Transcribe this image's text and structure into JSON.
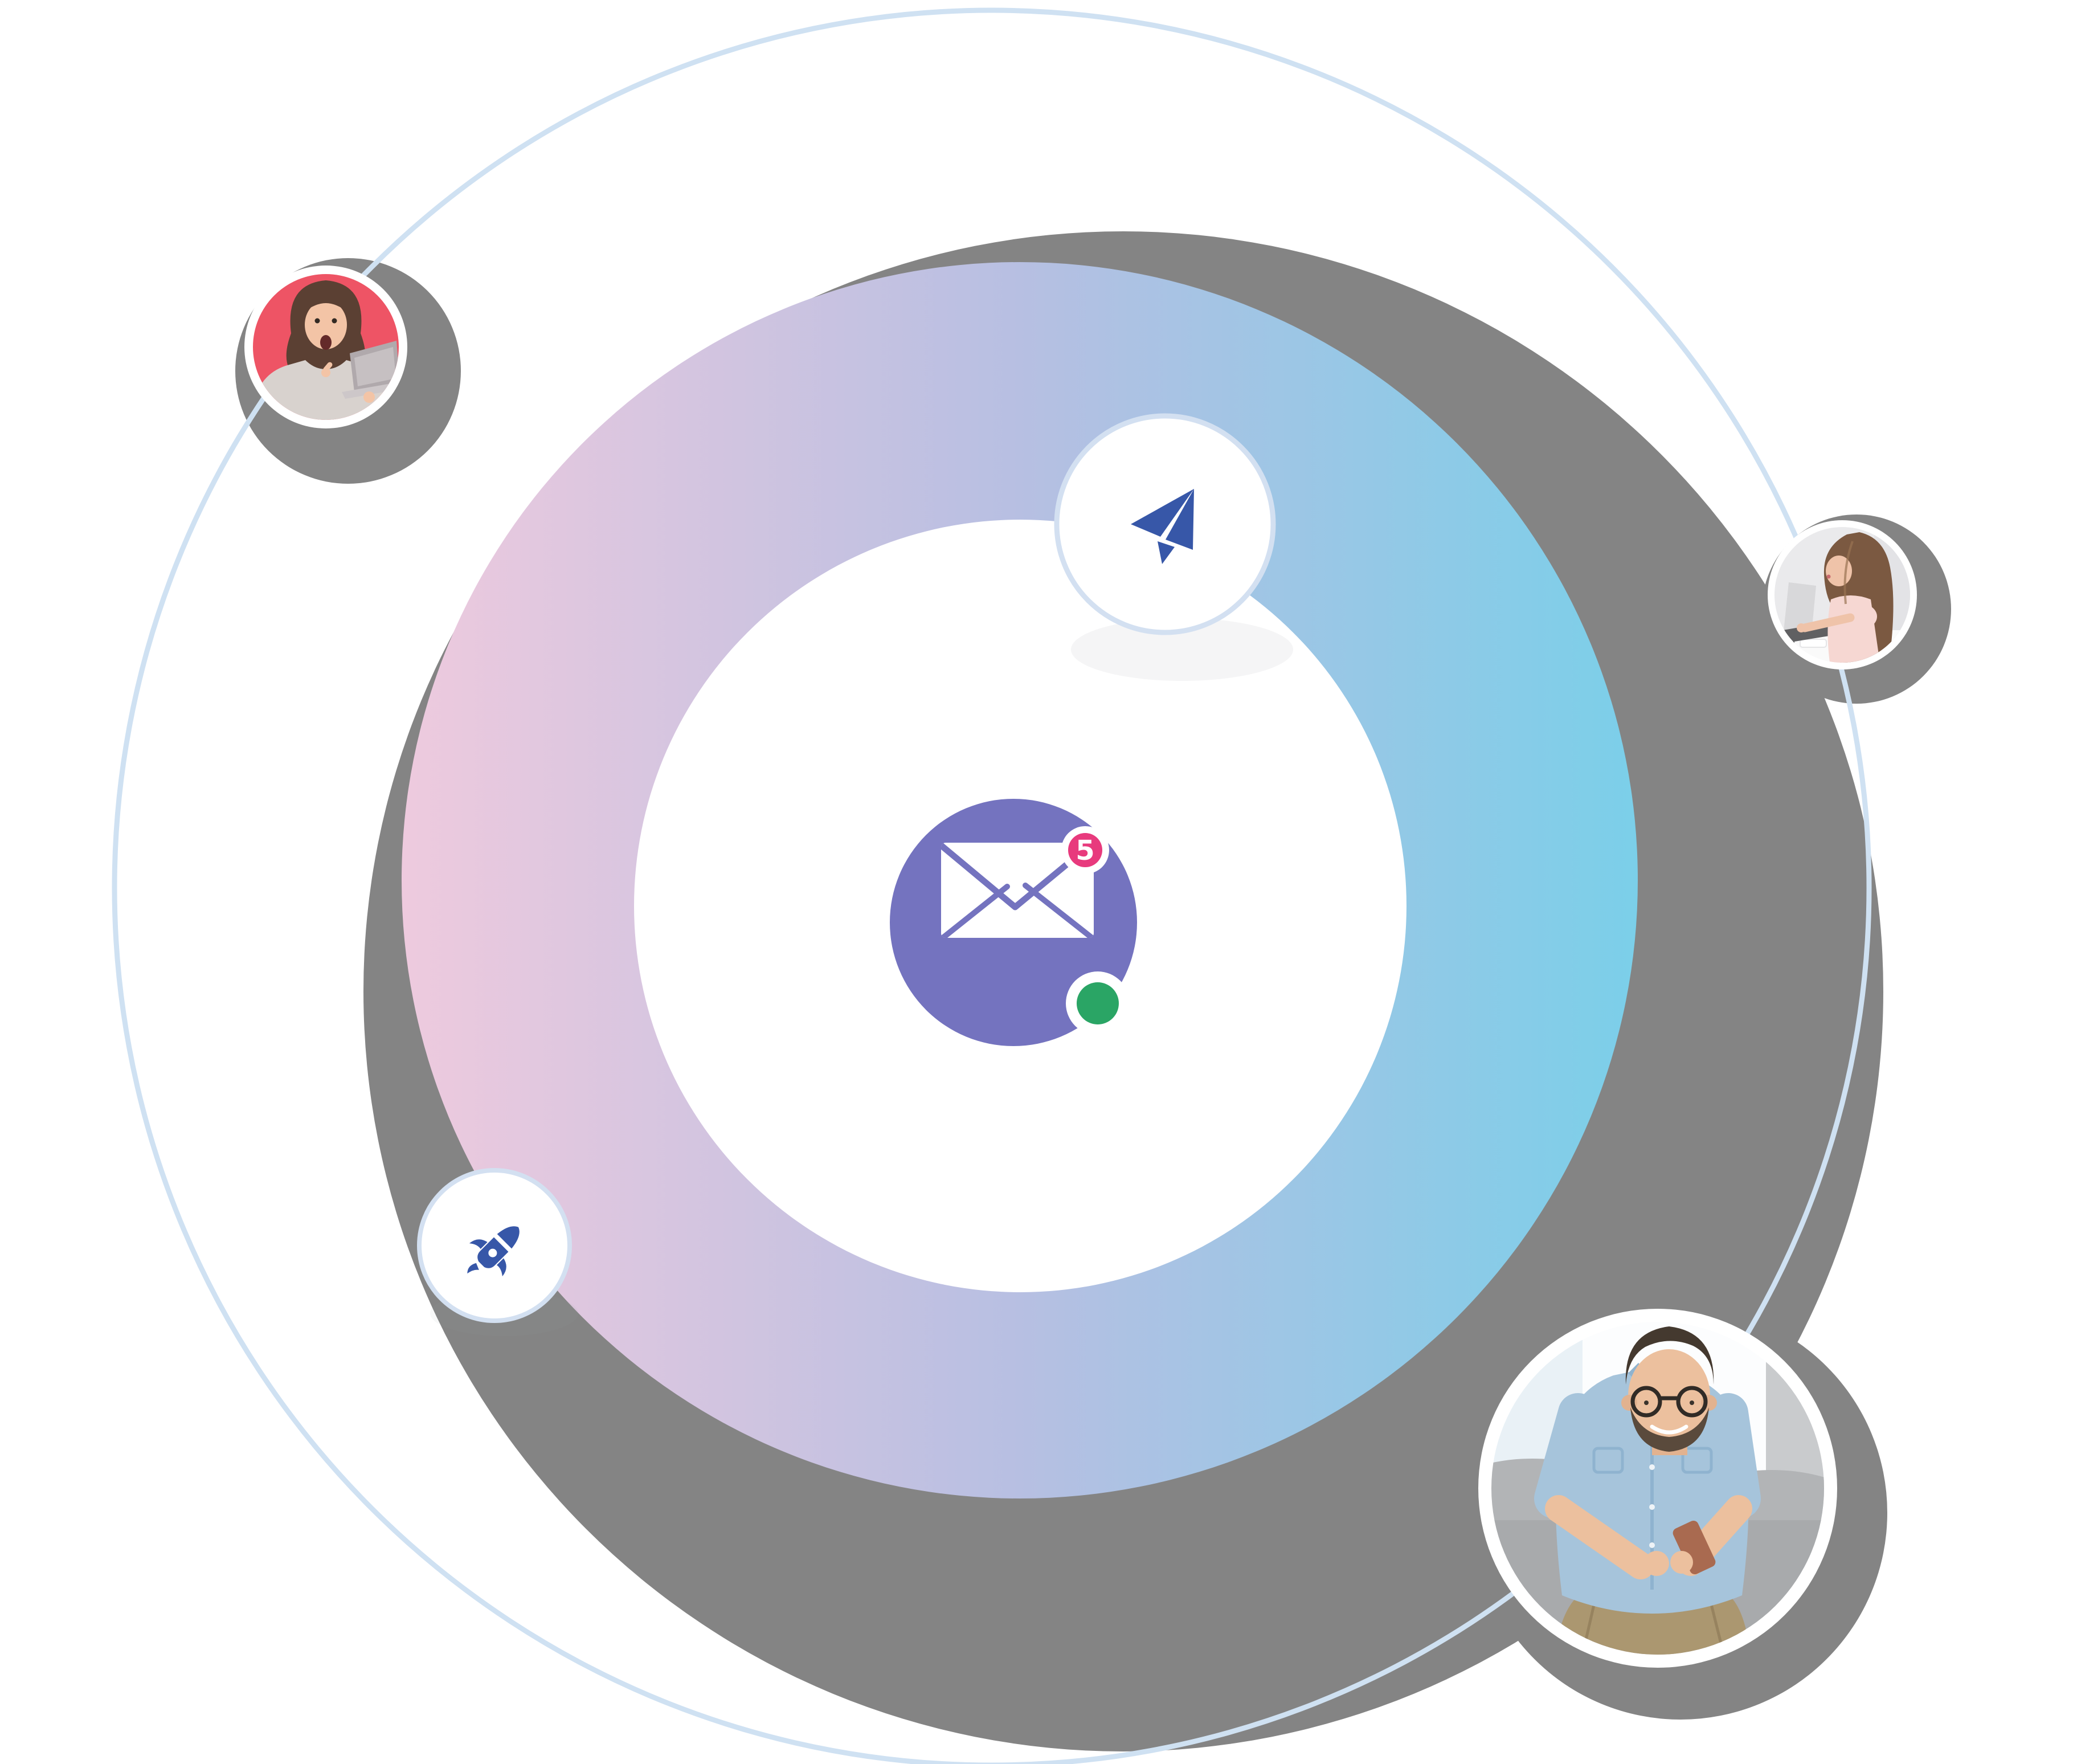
{
  "scene": {
    "description": "Email-marketing hero illustration: gradient ring with offset gray shadow, orbit line carrying three user photo bubbles, paper-plane and rocket icon chips, central email envelope icon with unread badge and online dot",
    "badge_count": "5"
  },
  "colors": {
    "page_bg": "#ffffff",
    "gray_shadow": "#848484",
    "orbit_line": "#cfe1f2",
    "ring_pink": "#eecade",
    "ring_mid": "#b7bfe2",
    "ring_blue": "#7bcfe9",
    "chip_bg": "#ffffff",
    "chip_border": "#d3e0f1",
    "icon_blue": "#3757a8",
    "email_purple": "#7473bf",
    "badge_pink": "#e83a7d",
    "badge_text": "#ffffff",
    "status_green": "#2aa565",
    "photo_border": "#ffffff",
    "photo1_bg": "#ee5465",
    "photo1_sweater": "#d8d2ce",
    "photo1_hair": "#5b4033",
    "photo1_skin": "#f3c4a6",
    "photo1_laptop": "#b0a9ac",
    "photo2_bg": "#eaeaec",
    "photo2_hair": "#7b5941",
    "photo2_skin": "#efc3a9",
    "photo2_top": "#f6d7d2",
    "photo2_laptop": "#606062",
    "photo3_bg": "#fcfdfe",
    "photo3_couch": "#a8aaac",
    "photo3_shirt": "#a6c4db",
    "photo3_shirt_line": "#8fb3cf",
    "photo3_hair": "#44392f",
    "photo3_skin": "#ecc09e",
    "photo3_beard": "#5a4a3c",
    "photo3_pants": "#ab9770",
    "photo3_phone": "#a96a50"
  },
  "icons": [
    {
      "name": "email-envelope-icon",
      "meaning": "incoming email"
    },
    {
      "name": "notification-badge",
      "meaning": "unread count"
    },
    {
      "name": "online-status-dot",
      "meaning": "online / delivered"
    },
    {
      "name": "paper-plane-icon",
      "meaning": "send message"
    },
    {
      "name": "rocket-icon",
      "meaning": "campaign launch"
    }
  ],
  "photos": [
    {
      "name": "photo-woman-laptop",
      "description": "surprised woman in gray sweater pointing at laptop on red background"
    },
    {
      "name": "photo-woman-typing",
      "description": "woman in pink top typing on laptop at white desk"
    },
    {
      "name": "photo-man-phone",
      "description": "smiling man with glasses in denim shirt using smartphone on gray couch"
    }
  ]
}
